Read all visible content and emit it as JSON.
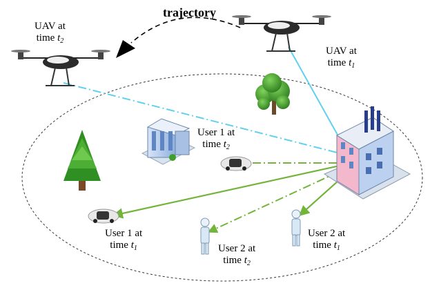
{
  "diagram": {
    "title": "trajectory",
    "labels": {
      "uav_t2": {
        "line1": "UAV at",
        "prefix": "time ",
        "var": "t",
        "sub": "2"
      },
      "uav_t1": {
        "line1": "UAV at",
        "prefix": "time ",
        "var": "t",
        "sub": "1"
      },
      "user1_t2": {
        "line1": "User 1 at",
        "prefix": "time ",
        "var": "t",
        "sub": "2"
      },
      "user1_t1": {
        "line1": "User 1 at",
        "prefix": "time ",
        "var": "t",
        "sub": "1"
      },
      "user2_t2": {
        "line1": "User 2 at",
        "prefix": "time ",
        "var": "t",
        "sub": "2"
      },
      "user2_t1": {
        "line1": "User 2 at",
        "prefix": "time ",
        "var": "t",
        "sub": "1"
      }
    },
    "colors": {
      "air_link": "#5fd0ee",
      "ground_link": "#73b53a",
      "trajectory": "#000000",
      "coverage": "#333333",
      "tree": "#3f9f2a",
      "building": "#b9cfee"
    },
    "icons": [
      "uav-icon",
      "uav-icon",
      "tree-icon",
      "pine-tree-icon",
      "office-building-icon",
      "base-station-building-icon",
      "car-icon",
      "car-icon",
      "person-icon",
      "person-icon"
    ]
  }
}
